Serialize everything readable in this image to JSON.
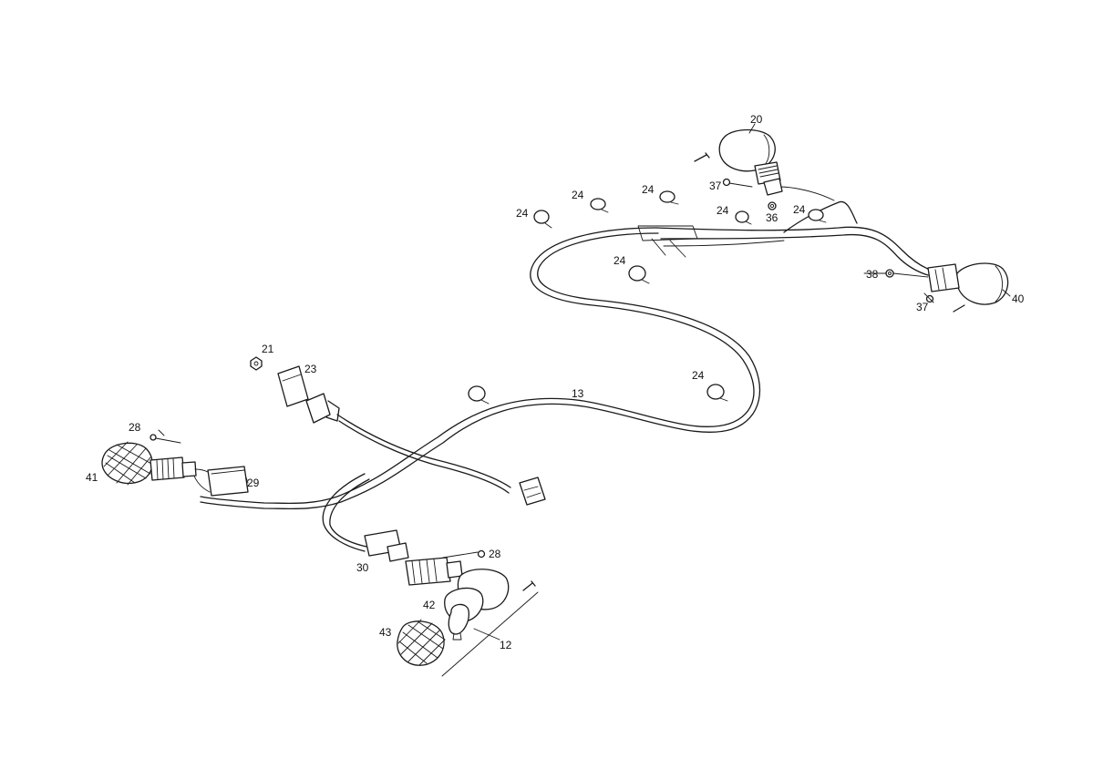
{
  "callouts": {
    "c20": "20",
    "c37a": "37",
    "c36": "36",
    "c24a": "24",
    "c24b": "24",
    "c24c": "24",
    "c24d": "24",
    "c24e": "24",
    "c24f": "24",
    "c24g": "24",
    "c38": "38",
    "c37b": "37",
    "c40": "40",
    "c21": "21",
    "c23": "23",
    "c13": "13",
    "c28a": "28",
    "c41": "41",
    "c29": "29",
    "c28b": "28",
    "c30": "30",
    "c42": "42",
    "c43": "43",
    "c12": "12"
  },
  "colors": {
    "ink": "#1a1a1a",
    "paper": "#ffffff"
  }
}
